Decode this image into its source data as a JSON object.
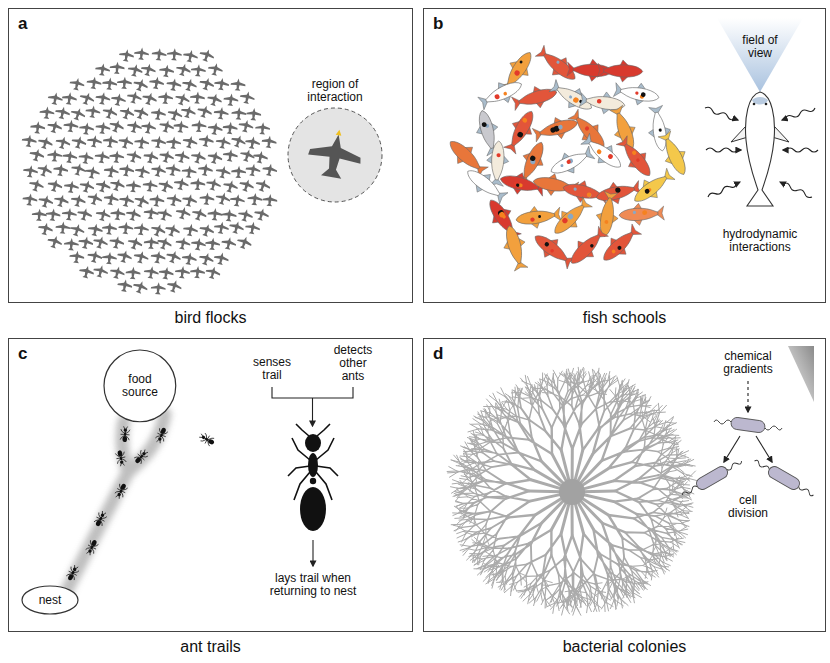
{
  "diagram": {
    "nodes": [
      {
        "text": [
          "a",
          "bird flocks"
        ]
      },
      {
        "text": [
          "region of interaction"
        ],
        "in": 0
      },
      {
        "text": [
          "b",
          "fish schools"
        ]
      },
      {
        "text": [
          "c",
          "ant trails"
        ]
      },
      {
        "text": [
          "food source"
        ],
        "in": 3
      },
      {
        "text": [
          "nest"
        ],
        "in": 3
      },
      {
        "text": [
          "d",
          "bacterial colonies"
        ]
      }
    ],
    "labels": [
      "field of view",
      "hydrodynamic interactions",
      "senses trail",
      "detects other ants",
      "lays trail when returning to nest",
      "chemical gradients",
      "cell division"
    ]
  }
}
